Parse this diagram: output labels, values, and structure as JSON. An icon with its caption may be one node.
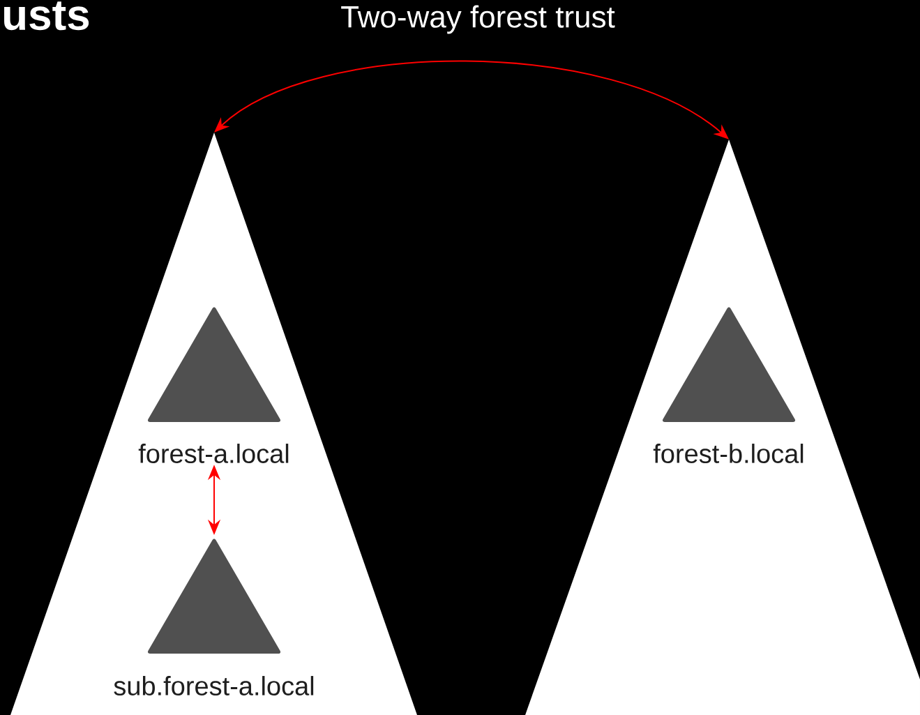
{
  "diagram": {
    "nodes": [
      {
        "text": [],
        "shape": "triangle"
      },
      {
        "text": [
          "forest-a.local"
        ],
        "in": 0
      },
      {
        "text": [
          "sub.forest-a.local"
        ],
        "in": 0
      },
      {
        "text": [],
        "shape": "triangle"
      },
      {
        "text": [
          "forest-b.local"
        ],
        "in": 3
      }
    ],
    "edges": [
      {
        "from": 0,
        "to": 3,
        "arrow": "both",
        "label": "Two-way forest trust",
        "color": "#ff0000"
      },
      {
        "from": 1,
        "to": 2,
        "arrow": "both",
        "color": "#ff0000"
      }
    ],
    "labels": [
      "usts"
    ]
  }
}
